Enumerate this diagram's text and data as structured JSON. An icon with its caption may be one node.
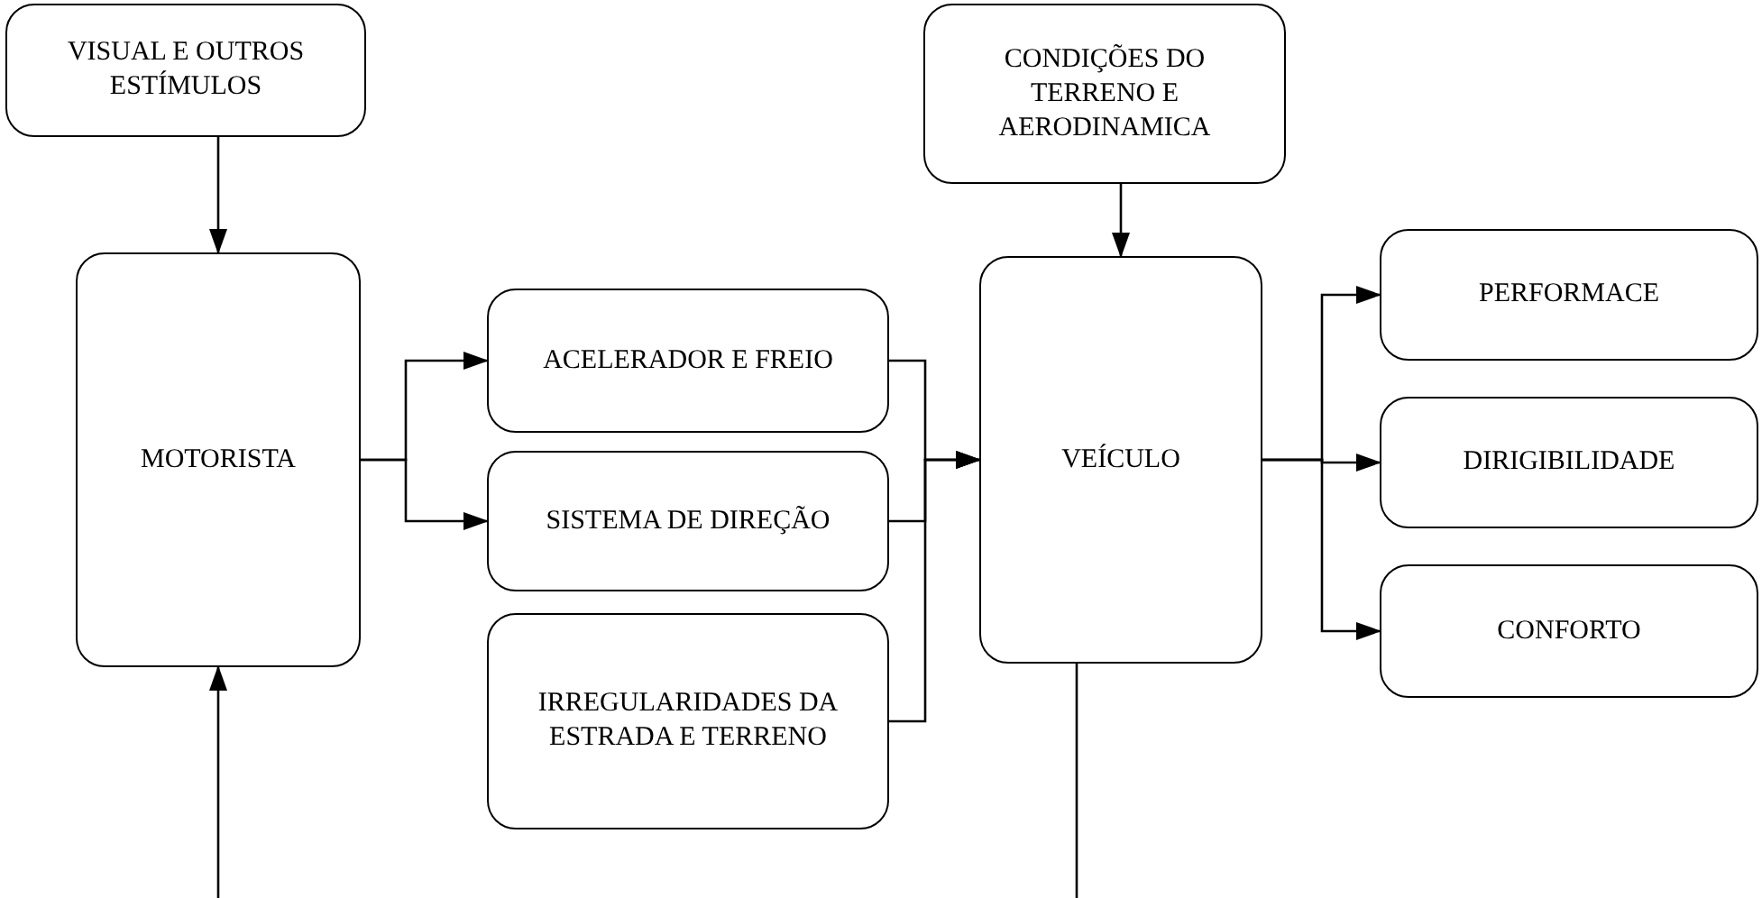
{
  "diagram": {
    "nodes": [
      {
        "text": [
          "VISUAL E OUTROS ESTÍMULOS"
        ]
      },
      {
        "text": [
          "MOTORISTA"
        ]
      },
      {
        "text": [
          "ACELERADOR E FREIO"
        ]
      },
      {
        "text": [
          "SISTEMA DE DIREÇÃO"
        ]
      },
      {
        "text": [
          "IRREGULARIDADES DA ESTRADA E TERRENO"
        ]
      },
      {
        "text": [
          "CONDIÇÕES DO TERRENO E AERODINAMICA"
        ]
      },
      {
        "text": [
          "VEÍCULO"
        ]
      },
      {
        "text": [
          "PERFORMACE"
        ]
      },
      {
        "text": [
          "DIRIGIBILIDADE"
        ]
      },
      {
        "text": [
          "CONFORTO"
        ]
      }
    ],
    "edges": [
      {
        "from": 0,
        "to": 1,
        "arrow": "to"
      },
      {
        "from": 1,
        "to": 2,
        "arrow": "to"
      },
      {
        "from": 1,
        "to": 3,
        "arrow": "to"
      },
      {
        "from": 2,
        "to": 6,
        "arrow": "to"
      },
      {
        "from": 3,
        "to": 6,
        "arrow": "to"
      },
      {
        "from": 4,
        "to": 6,
        "arrow": "to"
      },
      {
        "from": 5,
        "to": 6,
        "arrow": "to"
      },
      {
        "from": 6,
        "to": 7,
        "arrow": "to"
      },
      {
        "from": 6,
        "to": 8,
        "arrow": "to"
      },
      {
        "from": 6,
        "to": 9,
        "arrow": "to"
      },
      {
        "from": 6,
        "to": null,
        "arrow": "none"
      },
      {
        "from": null,
        "to": 1,
        "arrow": "to"
      }
    ]
  }
}
